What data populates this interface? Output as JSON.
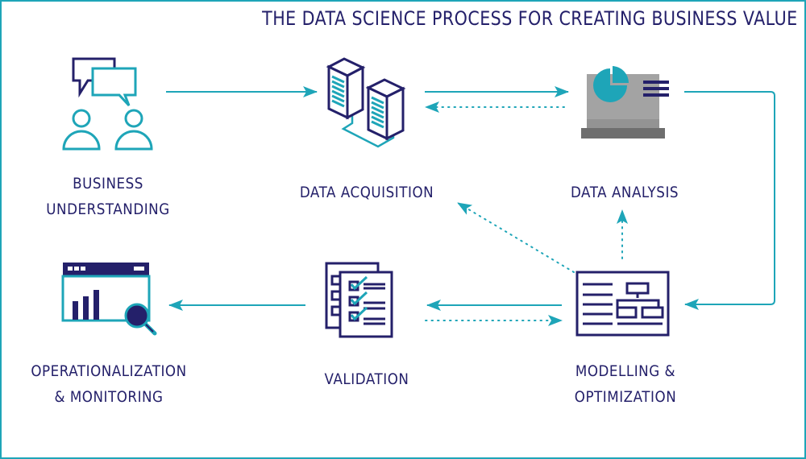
{
  "title": "THE DATA SCIENCE PROCESS FOR CREATING BUSINESS VALUE",
  "colors": {
    "navy": "#24206a",
    "teal": "#1ea5b8",
    "gray_light": "#a0a0a0",
    "gray_dark": "#6e6e6e",
    "background": "#ffffff"
  },
  "steps": [
    {
      "id": "business-understanding",
      "icon": "people-chat-icon",
      "line1": "BUSINESS",
      "line2": "UNDERSTANDING"
    },
    {
      "id": "data-acquisition",
      "icon": "servers-icon",
      "line1": "DATA ACQUISITION",
      "line2": ""
    },
    {
      "id": "data-analysis",
      "icon": "laptop-chart-icon",
      "line1": "DATA ANALYSIS",
      "line2": ""
    },
    {
      "id": "modelling-optimization",
      "icon": "model-diagram-icon",
      "line1": "MODELLING &",
      "line2": "OPTIMIZATION"
    },
    {
      "id": "validation",
      "icon": "checklist-icon",
      "line1": "VALIDATION",
      "line2": ""
    },
    {
      "id": "operationalization-monitoring",
      "icon": "dashboard-magnifier-icon",
      "line1": "OPERATIONALIZATION",
      "line2": "& MONITORING"
    }
  ],
  "connections": [
    {
      "from": "business-understanding",
      "to": "data-acquisition",
      "style": "solid"
    },
    {
      "from": "data-acquisition",
      "to": "data-analysis",
      "style": "solid"
    },
    {
      "from": "data-analysis",
      "to": "data-acquisition",
      "style": "dotted"
    },
    {
      "from": "data-analysis",
      "to": "modelling-optimization",
      "style": "solid"
    },
    {
      "from": "modelling-optimization",
      "to": "data-analysis",
      "style": "dotted"
    },
    {
      "from": "modelling-optimization",
      "to": "data-acquisition",
      "style": "dotted"
    },
    {
      "from": "modelling-optimization",
      "to": "validation",
      "style": "solid"
    },
    {
      "from": "validation",
      "to": "modelling-optimization",
      "style": "dotted"
    },
    {
      "from": "validation",
      "to": "operationalization-monitoring",
      "style": "solid"
    }
  ]
}
